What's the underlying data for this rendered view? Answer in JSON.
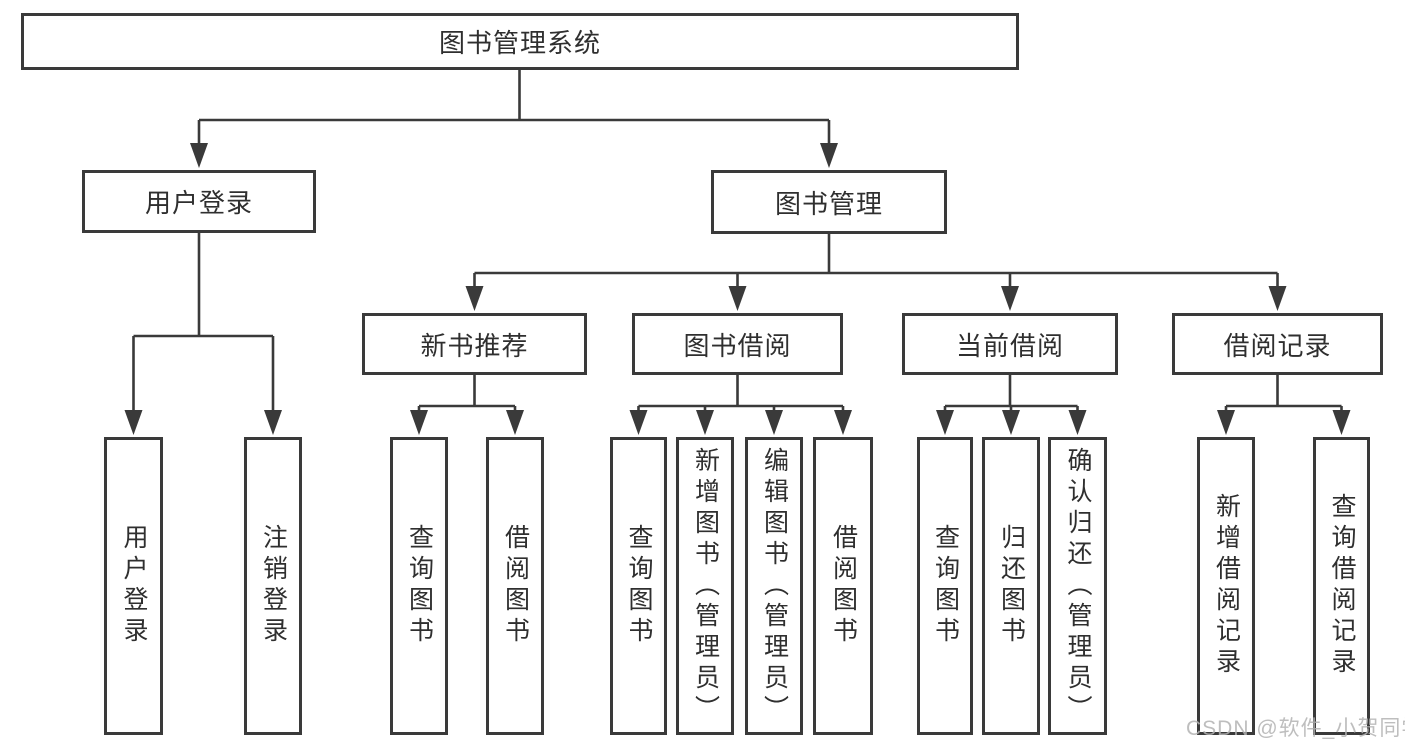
{
  "page": {
    "background_color": "#ffffff",
    "line_color": "#3a3a3a",
    "text_color": "#2f2f2f"
  },
  "watermark": {
    "text": "CSDN @软件_小贺同学",
    "color": "#b3b3b3"
  },
  "nodes": {
    "root": {
      "label": "图书管理系统"
    },
    "user_login": {
      "label": "用户登录"
    },
    "book_mgmt": {
      "label": "图书管理"
    },
    "new_book_rec": {
      "label": "新书推荐"
    },
    "book_borrow": {
      "label": "图书借阅"
    },
    "current_borrow": {
      "label": "当前借阅"
    },
    "borrow_records": {
      "label": "借阅记录"
    },
    "ul1": {
      "label": "用户登录"
    },
    "ul2": {
      "label": "注销登录"
    },
    "nb1": {
      "label": "查询图书"
    },
    "nb2": {
      "label": "借阅图书"
    },
    "bb1": {
      "label": "查询图书"
    },
    "bb2": {
      "label": "新增图书（管理员）"
    },
    "bb3": {
      "label": "编辑图书（管理员）"
    },
    "bb4": {
      "label": "借阅图书"
    },
    "cb1": {
      "label": "查询图书"
    },
    "cb2": {
      "label": "归还图书"
    },
    "cb3": {
      "label": "确认归还（管理员）"
    },
    "br1": {
      "label": "新增借阅记录"
    },
    "br2": {
      "label": "查询借阅记录"
    }
  },
  "hierarchy": {
    "图书管理系统": {
      "用户登录": [
        "用户登录",
        "注销登录"
      ],
      "图书管理": {
        "新书推荐": [
          "查询图书",
          "借阅图书"
        ],
        "图书借阅": [
          "查询图书",
          "新增图书（管理员）",
          "编辑图书（管理员）",
          "借阅图书"
        ],
        "当前借阅": [
          "查询图书",
          "归还图书",
          "确认归还（管理员）"
        ],
        "借阅记录": [
          "新增借阅记录",
          "查询借阅记录"
        ]
      }
    }
  }
}
